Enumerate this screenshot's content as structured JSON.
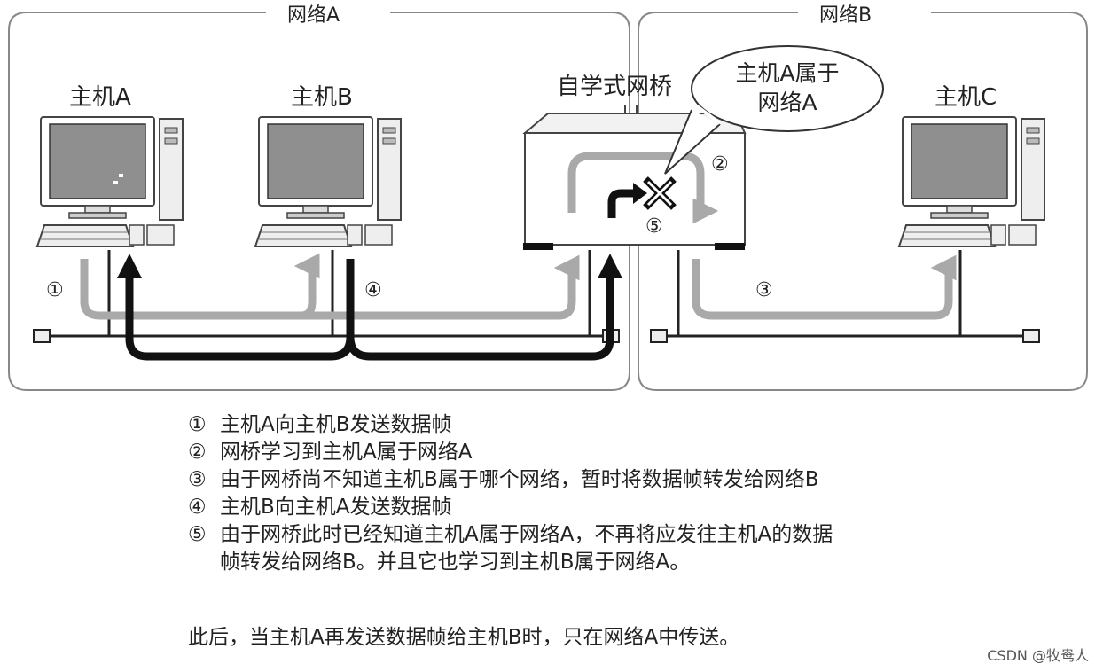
{
  "networks": {
    "a_label": "网络A",
    "b_label": "网络B"
  },
  "bridge": {
    "label": "自学式网桥",
    "callout_line1": "主机A属于",
    "callout_line2": "网络A"
  },
  "hosts": {
    "a": "主机A",
    "b": "主机B",
    "c": "主机C"
  },
  "steps": {
    "s1": "①",
    "s2": "②",
    "s3": "③",
    "s4": "④",
    "s5": "⑤"
  },
  "legend": [
    {
      "mark": "①",
      "text": "主机A向主机B发送数据帧"
    },
    {
      "mark": "②",
      "text": "网桥学习到主机A属于网络A"
    },
    {
      "mark": "③",
      "text": "由于网桥尚不知道主机B属于哪个网络，暂时将数据帧转发给网络B"
    },
    {
      "mark": "④",
      "text": "主机B向主机A发送数据帧"
    },
    {
      "mark": "⑤",
      "text": "由于网桥此时已经知道主机A属于网络A，不再将应发往主机A的数据"
    }
  ],
  "legend_cont": "帧转发给网络B。并且它也学习到主机B属于网络A。",
  "conclusion": "此后，当主机A再发送数据帧给主机B时，只在网络A中传送。",
  "watermark": "CSDN @牧鸯人",
  "colors": {
    "gray_arrow": "#a9a9a9",
    "black_arrow": "#111111",
    "border": "#888888"
  }
}
